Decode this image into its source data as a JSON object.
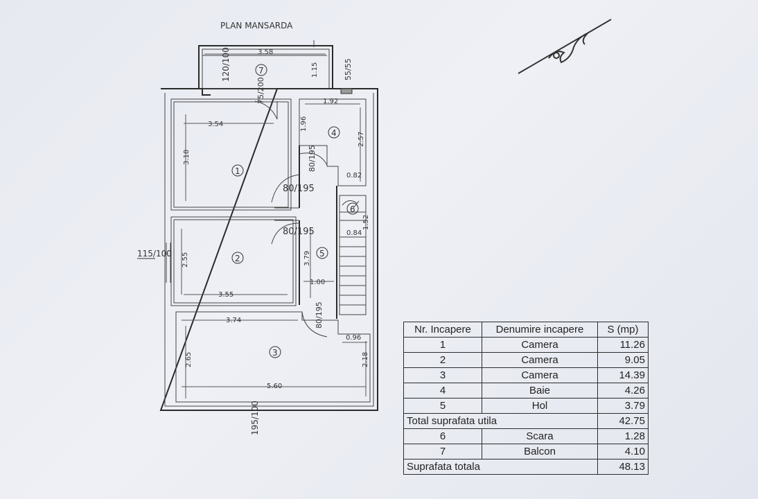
{
  "plan": {
    "title": "PLAN MANSARDA",
    "dimensions": {
      "balcony_width": "3.58",
      "balcony_depth": "1.15",
      "balcony_window": "120/100",
      "balcony_door": "75/200",
      "balcony_right_window": "55/55",
      "room1_width": "3.54",
      "room1_depth": "3.18",
      "room4_width": "1.92",
      "room4_depth": "2.57",
      "room4_left": "1.96",
      "room4_bottom": "0.82",
      "stair_width": "0.84",
      "stair_depth": "1.52",
      "room2_width": "3.55",
      "room2_depth": "2.55",
      "hall_width": "1.00",
      "hall_depth": "3.79",
      "room3_width_top": "3.74",
      "room3_width_bottom": "5.60",
      "room3_depth": "2.65",
      "room3_right": "2.18",
      "room3_notch": "0.96",
      "left_window": "115/100",
      "bottom_window": "195/100"
    },
    "doors": {
      "door_room4": "80/195",
      "door_room1": "80/195",
      "door_room2": "80/195",
      "door_room3": "80/195"
    },
    "room_numbers": [
      "1",
      "2",
      "3",
      "4",
      "5",
      "6",
      "7"
    ]
  },
  "table": {
    "headers": {
      "nr": "Nr. Incapere",
      "name": "Denumire incapere",
      "area": "S (mp)"
    },
    "rows": [
      {
        "nr": "1",
        "name": "Camera",
        "area": "11.26"
      },
      {
        "nr": "2",
        "name": "Camera",
        "area": "9.05"
      },
      {
        "nr": "3",
        "name": "Camera",
        "area": "14.39"
      },
      {
        "nr": "4",
        "name": "Baie",
        "area": "4.26"
      },
      {
        "nr": "5",
        "name": "Hol",
        "area": "3.79"
      }
    ],
    "useful_total": {
      "label": "Total suprafata utila",
      "area": "42.75"
    },
    "extra_rows": [
      {
        "nr": "6",
        "name": "Scara",
        "area": "1.28"
      },
      {
        "nr": "7",
        "name": "Balcon",
        "area": "4.10"
      }
    ],
    "grand_total": {
      "label": "Suprafata totala",
      "area": "48.13"
    }
  }
}
